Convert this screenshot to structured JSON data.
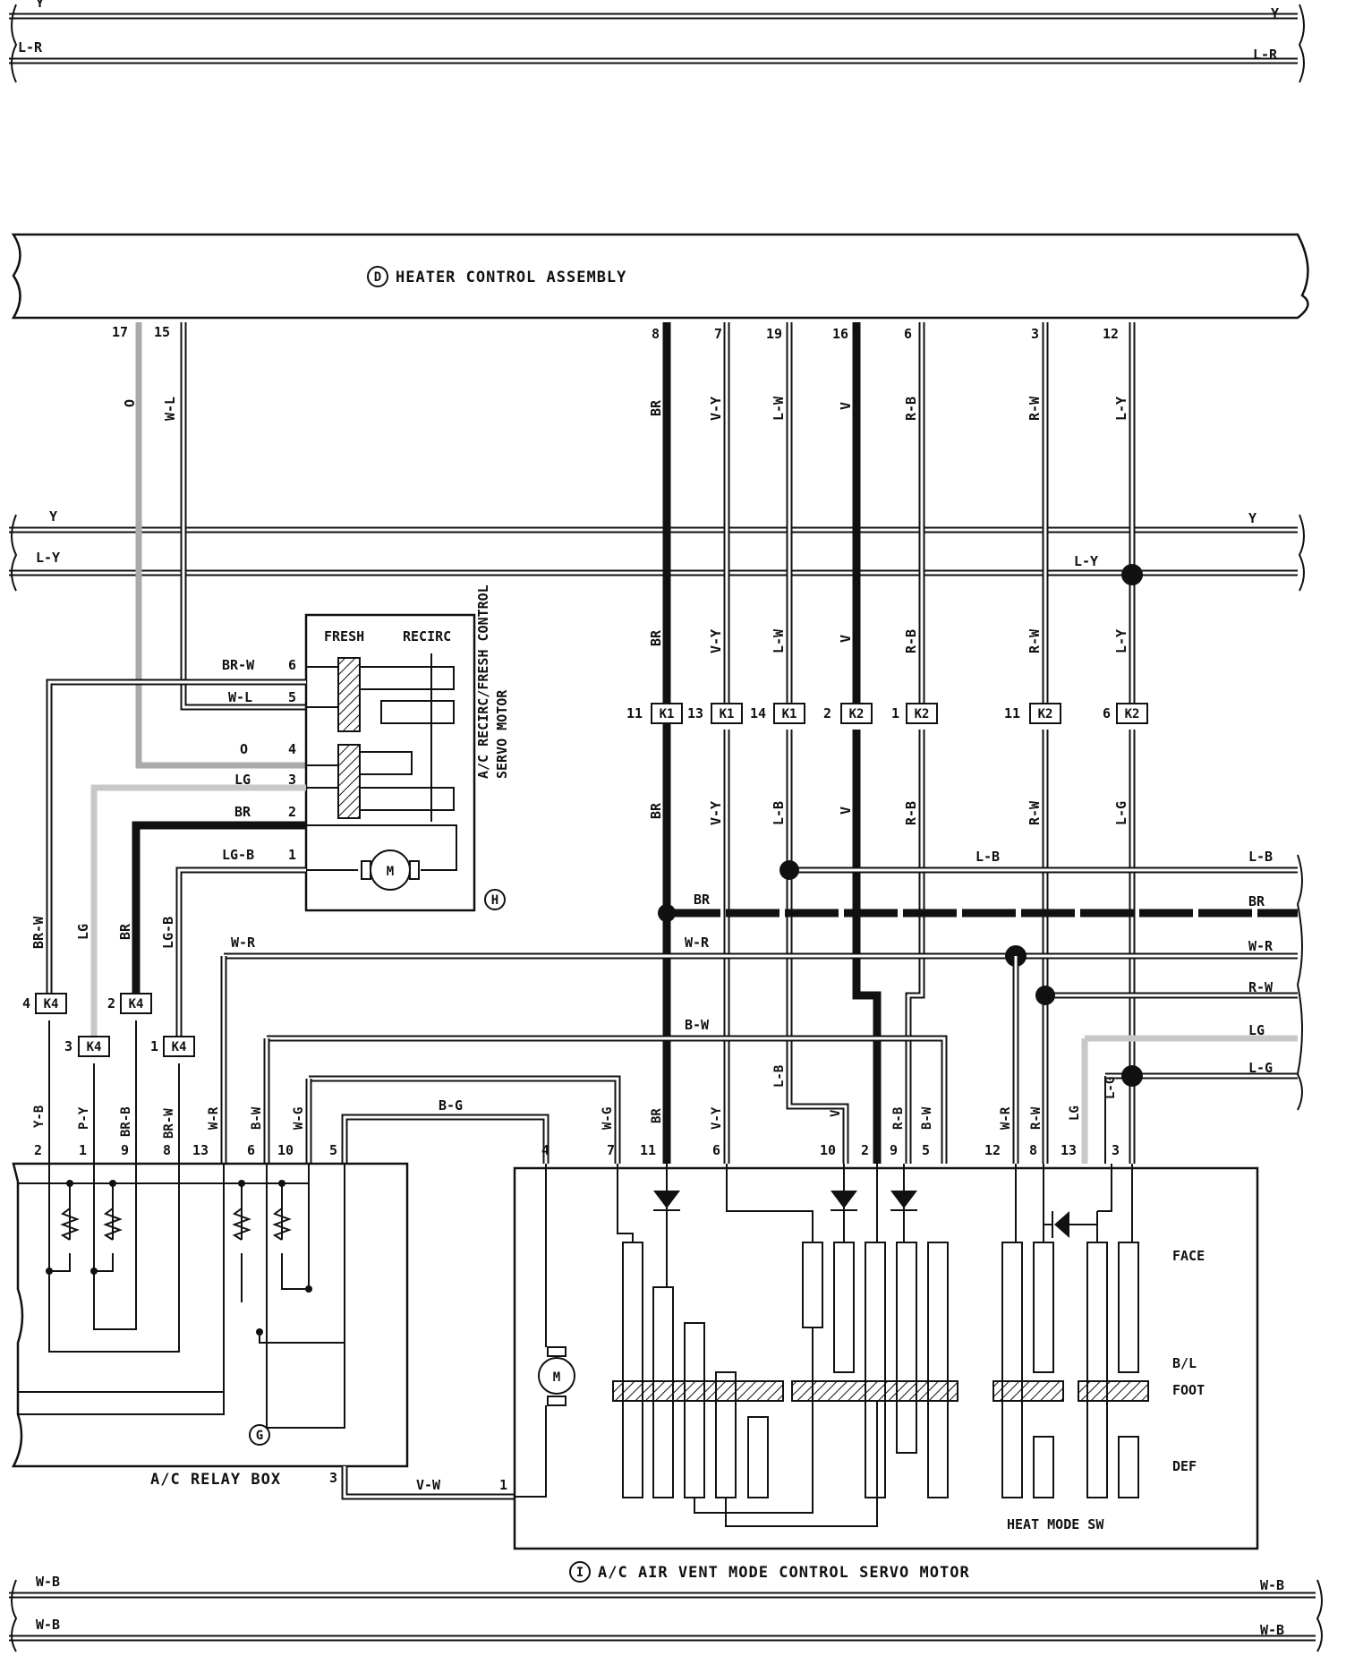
{
  "components": {
    "heater_control": {
      "letter": "D",
      "title": "HEATER CONTROL ASSEMBLY"
    },
    "servo_recirc": {
      "letter": "H",
      "title_line1": "A/C RECIRC/FRESH CONTROL",
      "title_line2": "SERVO MOTOR",
      "fresh": "FRESH",
      "recirc": "RECIRC",
      "motor": "M"
    },
    "relay_box": {
      "letter": "G",
      "title": "A/C RELAY BOX"
    },
    "vent_servo": {
      "letter": "I",
      "title": "A/C AIR VENT MODE CONTROL SERVO MOTOR",
      "motor": "M",
      "face": "FACE",
      "bl": "B/L",
      "foot": "FOOT",
      "def": "DEF",
      "sw": "HEAT MODE SW"
    }
  },
  "bus_wires": {
    "top_y": "Y",
    "top_lr": "L-R",
    "mid_y": "Y",
    "mid_ly": "L-Y",
    "right_lb": "L-B",
    "right_br": "BR",
    "right_wr": "W-R",
    "right_rw": "R-W",
    "right_lg": "LG",
    "right_lg2": "L-G",
    "bottom_wb": "W-B"
  },
  "heater_pins": [
    {
      "pin": "17",
      "color": "O"
    },
    {
      "pin": "15",
      "color": "W-L"
    },
    {
      "pin": "8",
      "color": "BR"
    },
    {
      "pin": "7",
      "color": "V-Y"
    },
    {
      "pin": "19",
      "color": "L-W"
    },
    {
      "pin": "16",
      "color": "V"
    },
    {
      "pin": "6",
      "color": "R-B"
    },
    {
      "pin": "3",
      "color": "R-W"
    },
    {
      "pin": "12",
      "color": "L-Y"
    }
  ],
  "k_connectors": [
    {
      "pin": "11",
      "name": "K1",
      "upper": "BR",
      "lower": "BR"
    },
    {
      "pin": "13",
      "name": "K1",
      "upper": "V-Y",
      "lower": "V-Y"
    },
    {
      "pin": "14",
      "name": "K1",
      "upper": "L-W",
      "lower": "L-B"
    },
    {
      "pin": "2",
      "name": "K2",
      "upper": "V",
      "lower": "V"
    },
    {
      "pin": "1",
      "name": "K2",
      "upper": "R-B",
      "lower": "R-B"
    },
    {
      "pin": "11",
      "name": "K2",
      "upper": "R-W",
      "lower": "R-W"
    },
    {
      "pin": "6",
      "name": "K2",
      "upper": "L-Y",
      "lower": "L-G"
    }
  ],
  "servo_pins": [
    {
      "pin": "6",
      "color": "BR-W"
    },
    {
      "pin": "5",
      "color": "W-L"
    },
    {
      "pin": "4",
      "color": "O"
    },
    {
      "pin": "3",
      "color": "LG"
    },
    {
      "pin": "2",
      "color": "BR"
    },
    {
      "pin": "1",
      "color": "LG-B"
    }
  ],
  "k4_connectors": [
    {
      "pin": "4",
      "name": "K4",
      "upper": "BR-W",
      "lower": "Y-B"
    },
    {
      "pin": "3",
      "name": "K4",
      "upper": "LG",
      "lower": "P-Y"
    },
    {
      "pin": "2",
      "name": "K4",
      "upper": "BR",
      "lower": "BR-B"
    },
    {
      "pin": "1",
      "name": "K4",
      "upper": "LG-B",
      "lower": "BR-W"
    }
  ],
  "relay_top_pins": [
    {
      "pin": "2",
      "color": "Y-B"
    },
    {
      "pin": "1",
      "color": "P-Y"
    },
    {
      "pin": "9",
      "color": "BR-B"
    },
    {
      "pin": "8",
      "color": "BR-W"
    },
    {
      "pin": "13",
      "color": "W-R"
    },
    {
      "pin": "6",
      "color": "B-W"
    },
    {
      "pin": "10",
      "color": "W-G"
    },
    {
      "pin": "5",
      "color": ""
    }
  ],
  "vent_top_pins": [
    {
      "pin": "4",
      "color": ""
    },
    {
      "pin": "7",
      "color": "W-G"
    },
    {
      "pin": "11",
      "color": "BR"
    },
    {
      "pin": "6",
      "color": "V-Y"
    },
    {
      "pin": "10",
      "color": "L-B"
    },
    {
      "pin": "2",
      "color": "V"
    },
    {
      "pin": "9",
      "color": "R-B"
    },
    {
      "pin": "5",
      "color": "B-W"
    },
    {
      "pin": "12",
      "color": "W-R"
    },
    {
      "pin": "8",
      "color": "R-W"
    },
    {
      "pin": "13",
      "color": "LG"
    },
    {
      "pin": "3",
      "color": "L-G"
    }
  ],
  "misc": {
    "bg_label": "B-G",
    "wr_label": "W-R",
    "br_label": "BR",
    "bw_label": "B-W",
    "vw_label": "V-W",
    "relay_pin3": "3",
    "vent_pin1": "1",
    "ly_label": "L-Y",
    "lb_label": "L-B"
  }
}
